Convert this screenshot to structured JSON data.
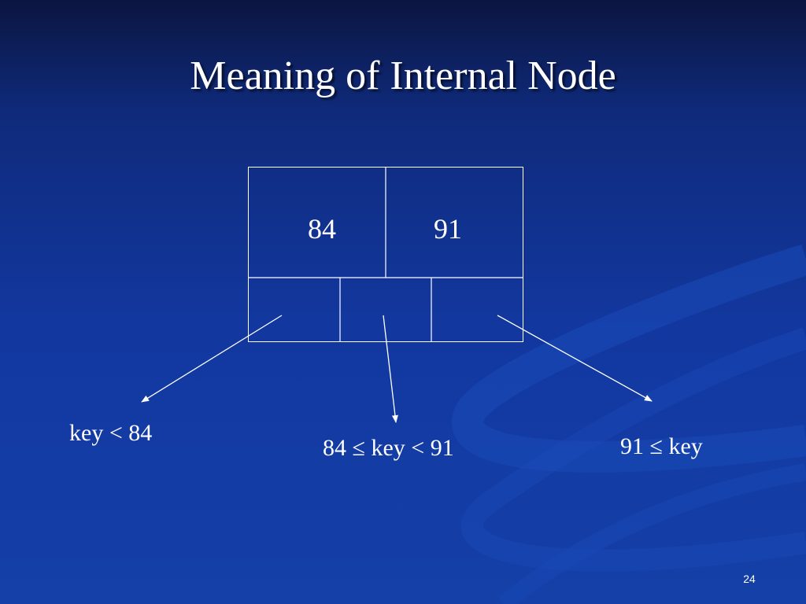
{
  "slide": {
    "title": "Meaning of Internal Node",
    "slide_number": "24"
  },
  "node": {
    "keys": [
      "84",
      "91"
    ],
    "pointer_count": 3
  },
  "ranges": {
    "left": "key < 84",
    "middle": "84 ≤ key < 91",
    "right": "91 ≤ key"
  },
  "colors": {
    "background": "#1238a0",
    "line": "#ffffff",
    "text": "#ffffff"
  }
}
